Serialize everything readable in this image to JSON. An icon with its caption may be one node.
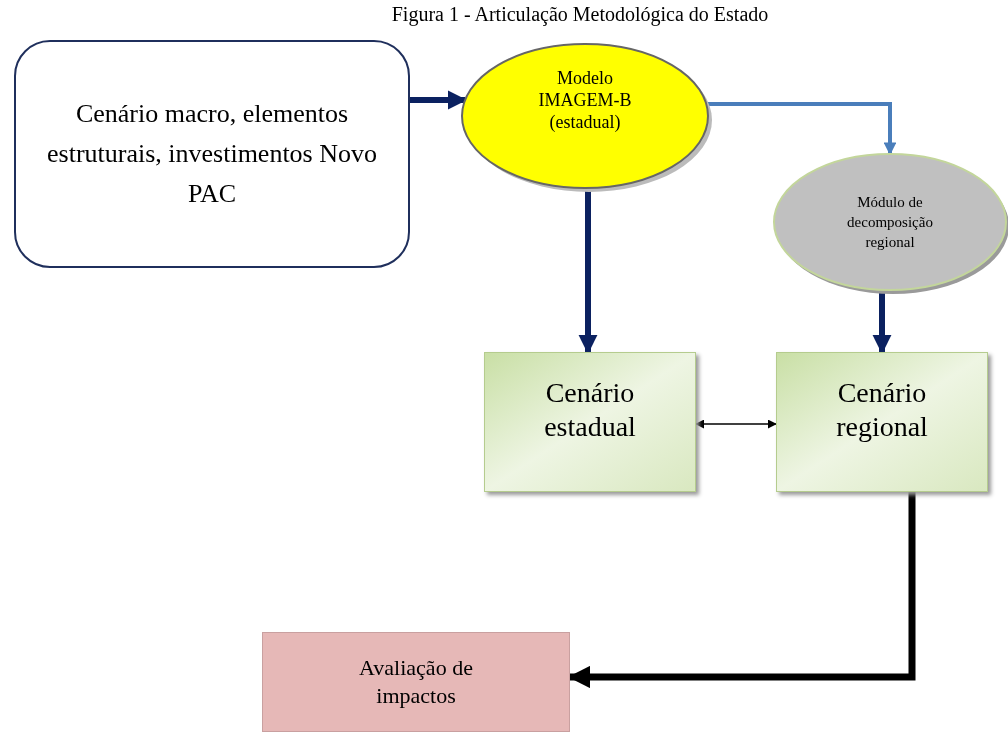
{
  "diagram": {
    "title": "Figura 1 - Articulação Metodológica do Estado",
    "nodes": [
      {
        "text": [
          "Cenário macro, elementos estruturais, investimentos Novo PAC"
        ]
      },
      {
        "text": [
          "Modelo IMAGEM-B (estadual)"
        ]
      },
      {
        "text": [
          "Módulo de decomposição regional"
        ]
      },
      {
        "text": [
          "Cenário estadual"
        ]
      },
      {
        "text": [
          "Cenário regional"
        ]
      },
      {
        "text": [
          "Avaliação de impactos"
        ]
      }
    ],
    "edges": [
      {
        "from": 0,
        "to": 1,
        "arrow": "to"
      },
      {
        "from": 1,
        "to": 2,
        "arrow": "to",
        "color": "#4a7ebb"
      },
      {
        "from": 1,
        "to": 3,
        "arrow": "to"
      },
      {
        "from": 2,
        "to": 4,
        "arrow": "to"
      },
      {
        "from": 3,
        "to": 4,
        "arrow": "both",
        "color": "#000000"
      },
      {
        "from": 4,
        "to": 5,
        "arrow": "to",
        "color": "#000000"
      }
    ]
  }
}
